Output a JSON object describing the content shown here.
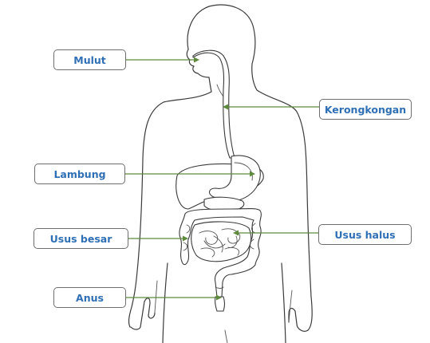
{
  "labels": {
    "mulut": "Mulut",
    "kerongkongan": "Kerongkongan",
    "lambung": "Lambung",
    "usus_besar": "Usus besar",
    "usus_halus": "Usus halus",
    "anus": "Anus"
  },
  "colors": {
    "label_text": "#2f6fb6",
    "pointer_line": "#5e8a3c",
    "outline": "#3a3a3a"
  }
}
